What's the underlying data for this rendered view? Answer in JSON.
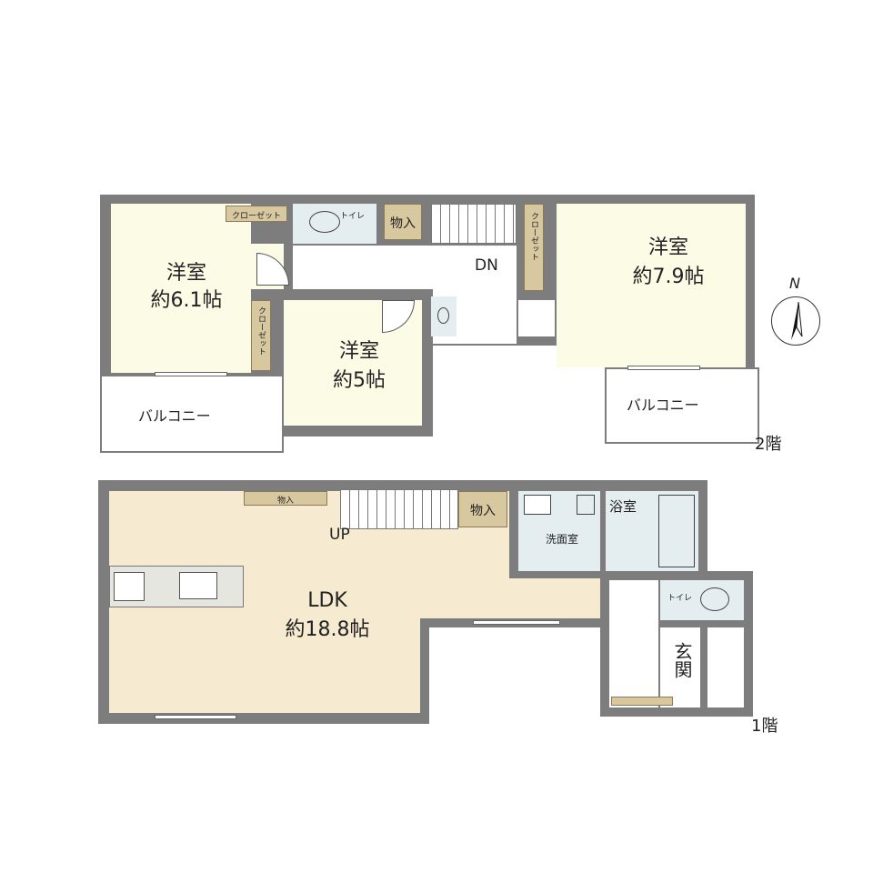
{
  "floor2": {
    "level_label": "2階",
    "rooms": [
      {
        "name": "洋室",
        "size": "約6.1帖"
      },
      {
        "name": "洋室",
        "size": "約5帖"
      },
      {
        "name": "洋室",
        "size": "約7.9帖"
      }
    ],
    "closet_label": "クローゼット",
    "toilet_label": "トイレ",
    "storage_label": "物入",
    "balcony_label": "バルコニー",
    "stairs_label": "DN"
  },
  "floor1": {
    "level_label": "1階",
    "ldk": {
      "name": "LDK",
      "size": "約18.8帖"
    },
    "storage_label": "物入",
    "stairs_label": "UP",
    "washroom_label": "洗面室",
    "bathroom_label": "浴室",
    "toilet_label": "トイレ",
    "entrance_label": "玄関"
  },
  "compass": {
    "label": "N"
  },
  "colors": {
    "wall": "#7d7d7d",
    "room": "#fbfbe6",
    "ldk": "#f6ead0",
    "wet": "#e4edf0",
    "storage": "#d8c8a0"
  }
}
